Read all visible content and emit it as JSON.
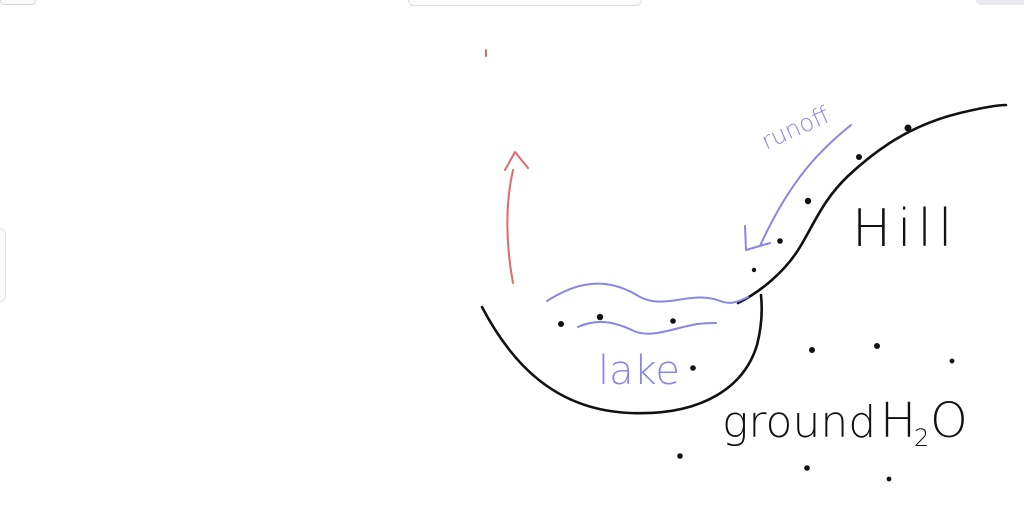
{
  "labels": {
    "runoff": "runoff",
    "hill": "Hill",
    "lake": "lake",
    "ground": "ground",
    "h": "H",
    "sub2": "2",
    "o": "O"
  },
  "colors": {
    "ink": "#111111",
    "water": "#8a86e6",
    "evaporation": "#e06a6a",
    "background": "#ffffff"
  }
}
